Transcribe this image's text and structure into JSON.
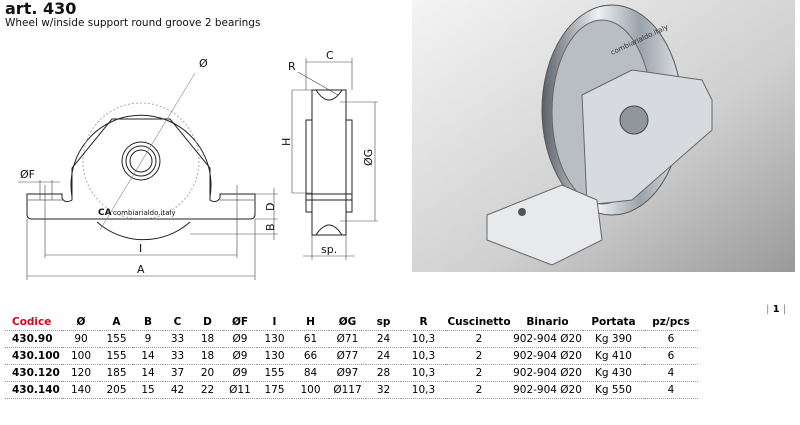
{
  "header": {
    "title": "art. 430",
    "subtitle": "Wheel w/inside support round groove 2 bearings"
  },
  "drawing": {
    "labels": {
      "diameter": "Ø",
      "diameter_f": "ØF",
      "a": "A",
      "b": "B",
      "d": "D",
      "i": "I",
      "c": "C",
      "r": "R",
      "h": "H",
      "diameter_g": "ØG",
      "sp": "sp."
    },
    "logo_text": "combiarialdo.italy"
  },
  "photo": {
    "logo_text": "combiarialdo.italy"
  },
  "pager": {
    "current": "1"
  },
  "table": {
    "columns": [
      "Codice",
      "Ø",
      "A",
      "B",
      "C",
      "D",
      "ØF",
      "I",
      "H",
      "ØG",
      "sp",
      "R",
      "Cuscinetto",
      "Binario",
      "Portata",
      "pz/pcs"
    ],
    "rows": [
      [
        "430.90",
        "90",
        "155",
        "9",
        "33",
        "18",
        "Ø9",
        "130",
        "61",
        "Ø71",
        "24",
        "10,3",
        "2",
        "902-904 Ø20",
        "Kg 390",
        "6"
      ],
      [
        "430.100",
        "100",
        "155",
        "14",
        "33",
        "18",
        "Ø9",
        "130",
        "66",
        "Ø77",
        "24",
        "10,3",
        "2",
        "902-904 Ø20",
        "Kg 410",
        "6"
      ],
      [
        "430.120",
        "120",
        "185",
        "14",
        "37",
        "20",
        "Ø9",
        "155",
        "84",
        "Ø97",
        "28",
        "10,3",
        "2",
        "902-904 Ø20",
        "Kg 430",
        "4"
      ],
      [
        "430.140",
        "140",
        "205",
        "15",
        "42",
        "22",
        "Ø11",
        "175",
        "100",
        "Ø117",
        "32",
        "10,3",
        "2",
        "902-904 Ø20",
        "Kg 550",
        "4"
      ]
    ]
  }
}
